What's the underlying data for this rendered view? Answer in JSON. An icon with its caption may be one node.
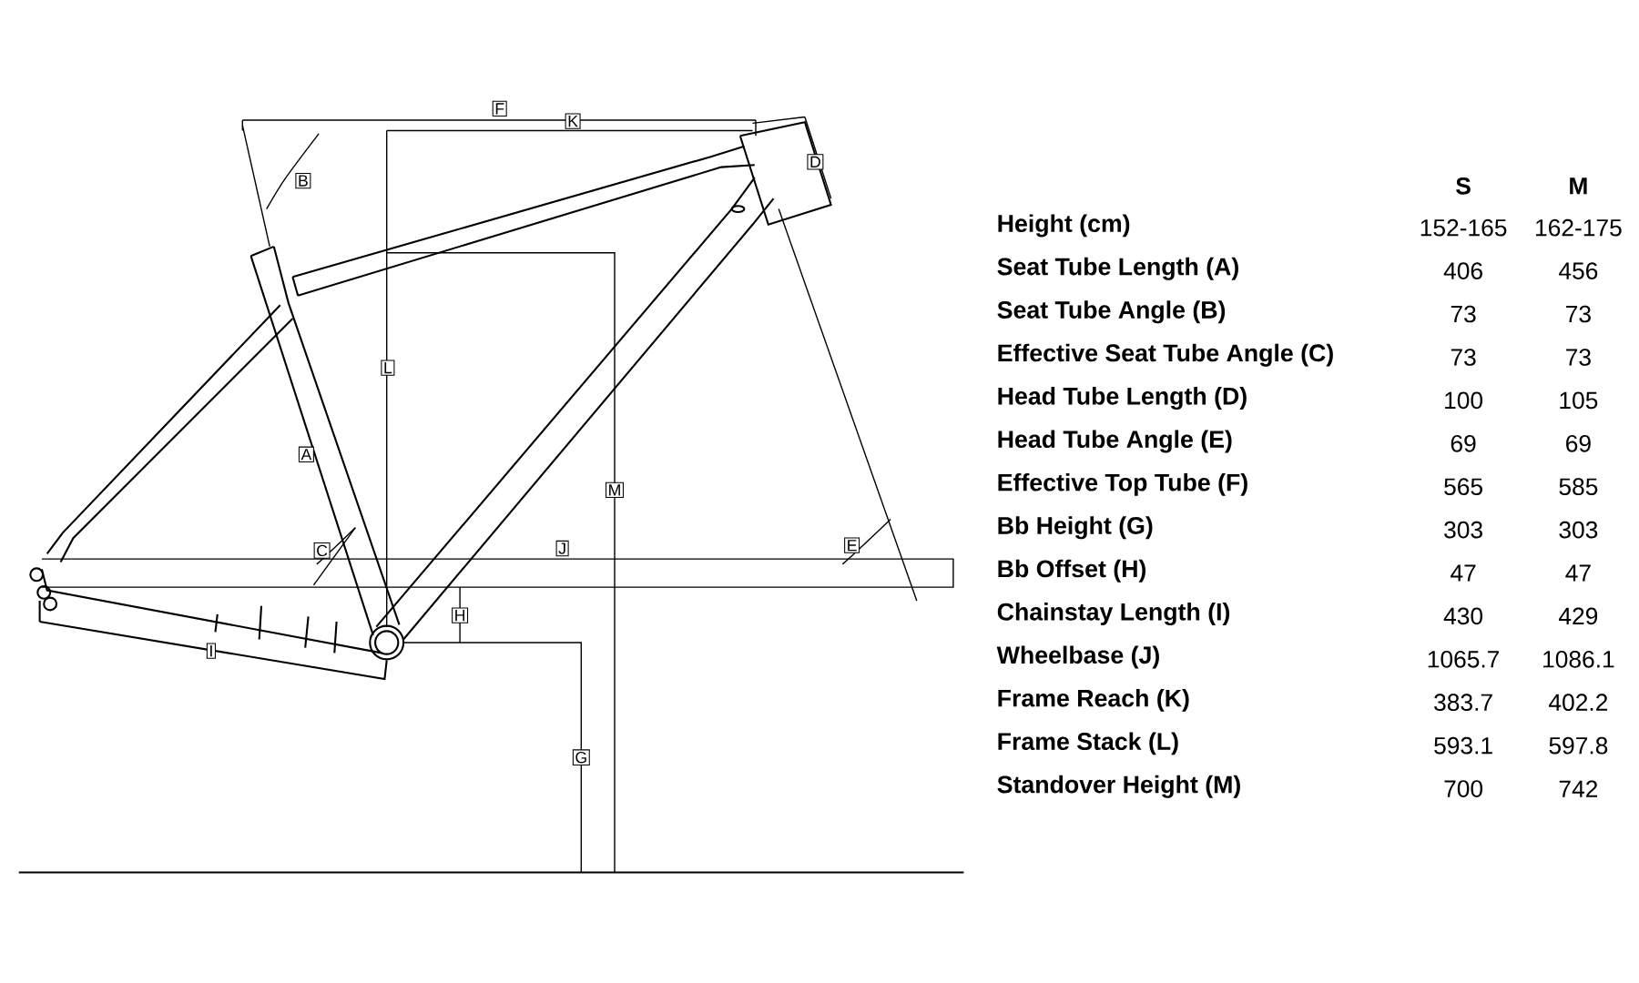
{
  "diagram": {
    "labels": [
      "F",
      "K",
      "D",
      "B",
      "L",
      "A",
      "M",
      "C",
      "J",
      "E",
      "H",
      "I",
      "G",
      "S",
      "M",
      "Height (cm)",
      "152-165",
      "162-175",
      "Seat Tube Length (A)",
      "406",
      "456",
      "Seat Tube Angle (B)",
      "73",
      "73",
      "Effective Seat Tube Angle (C)",
      "73",
      "73",
      "Head Tube Length (D)",
      "100",
      "105",
      "Head Tube Angle (E)",
      "69",
      "69",
      "Effective Top Tube (F)",
      "565",
      "585",
      "Bb Height (G)",
      "303",
      "303",
      "Bb Offset (H)",
      "47",
      "47",
      "Chainstay Length (I)",
      "430",
      "429",
      "Wheelbase (J)",
      "1065.7",
      "1086.1",
      "Frame Reach (K)",
      "383.7",
      "402.2",
      "Frame Stack (L)",
      "593.1",
      "597.8",
      "Standover Height (M)",
      "700",
      "742"
    ]
  }
}
